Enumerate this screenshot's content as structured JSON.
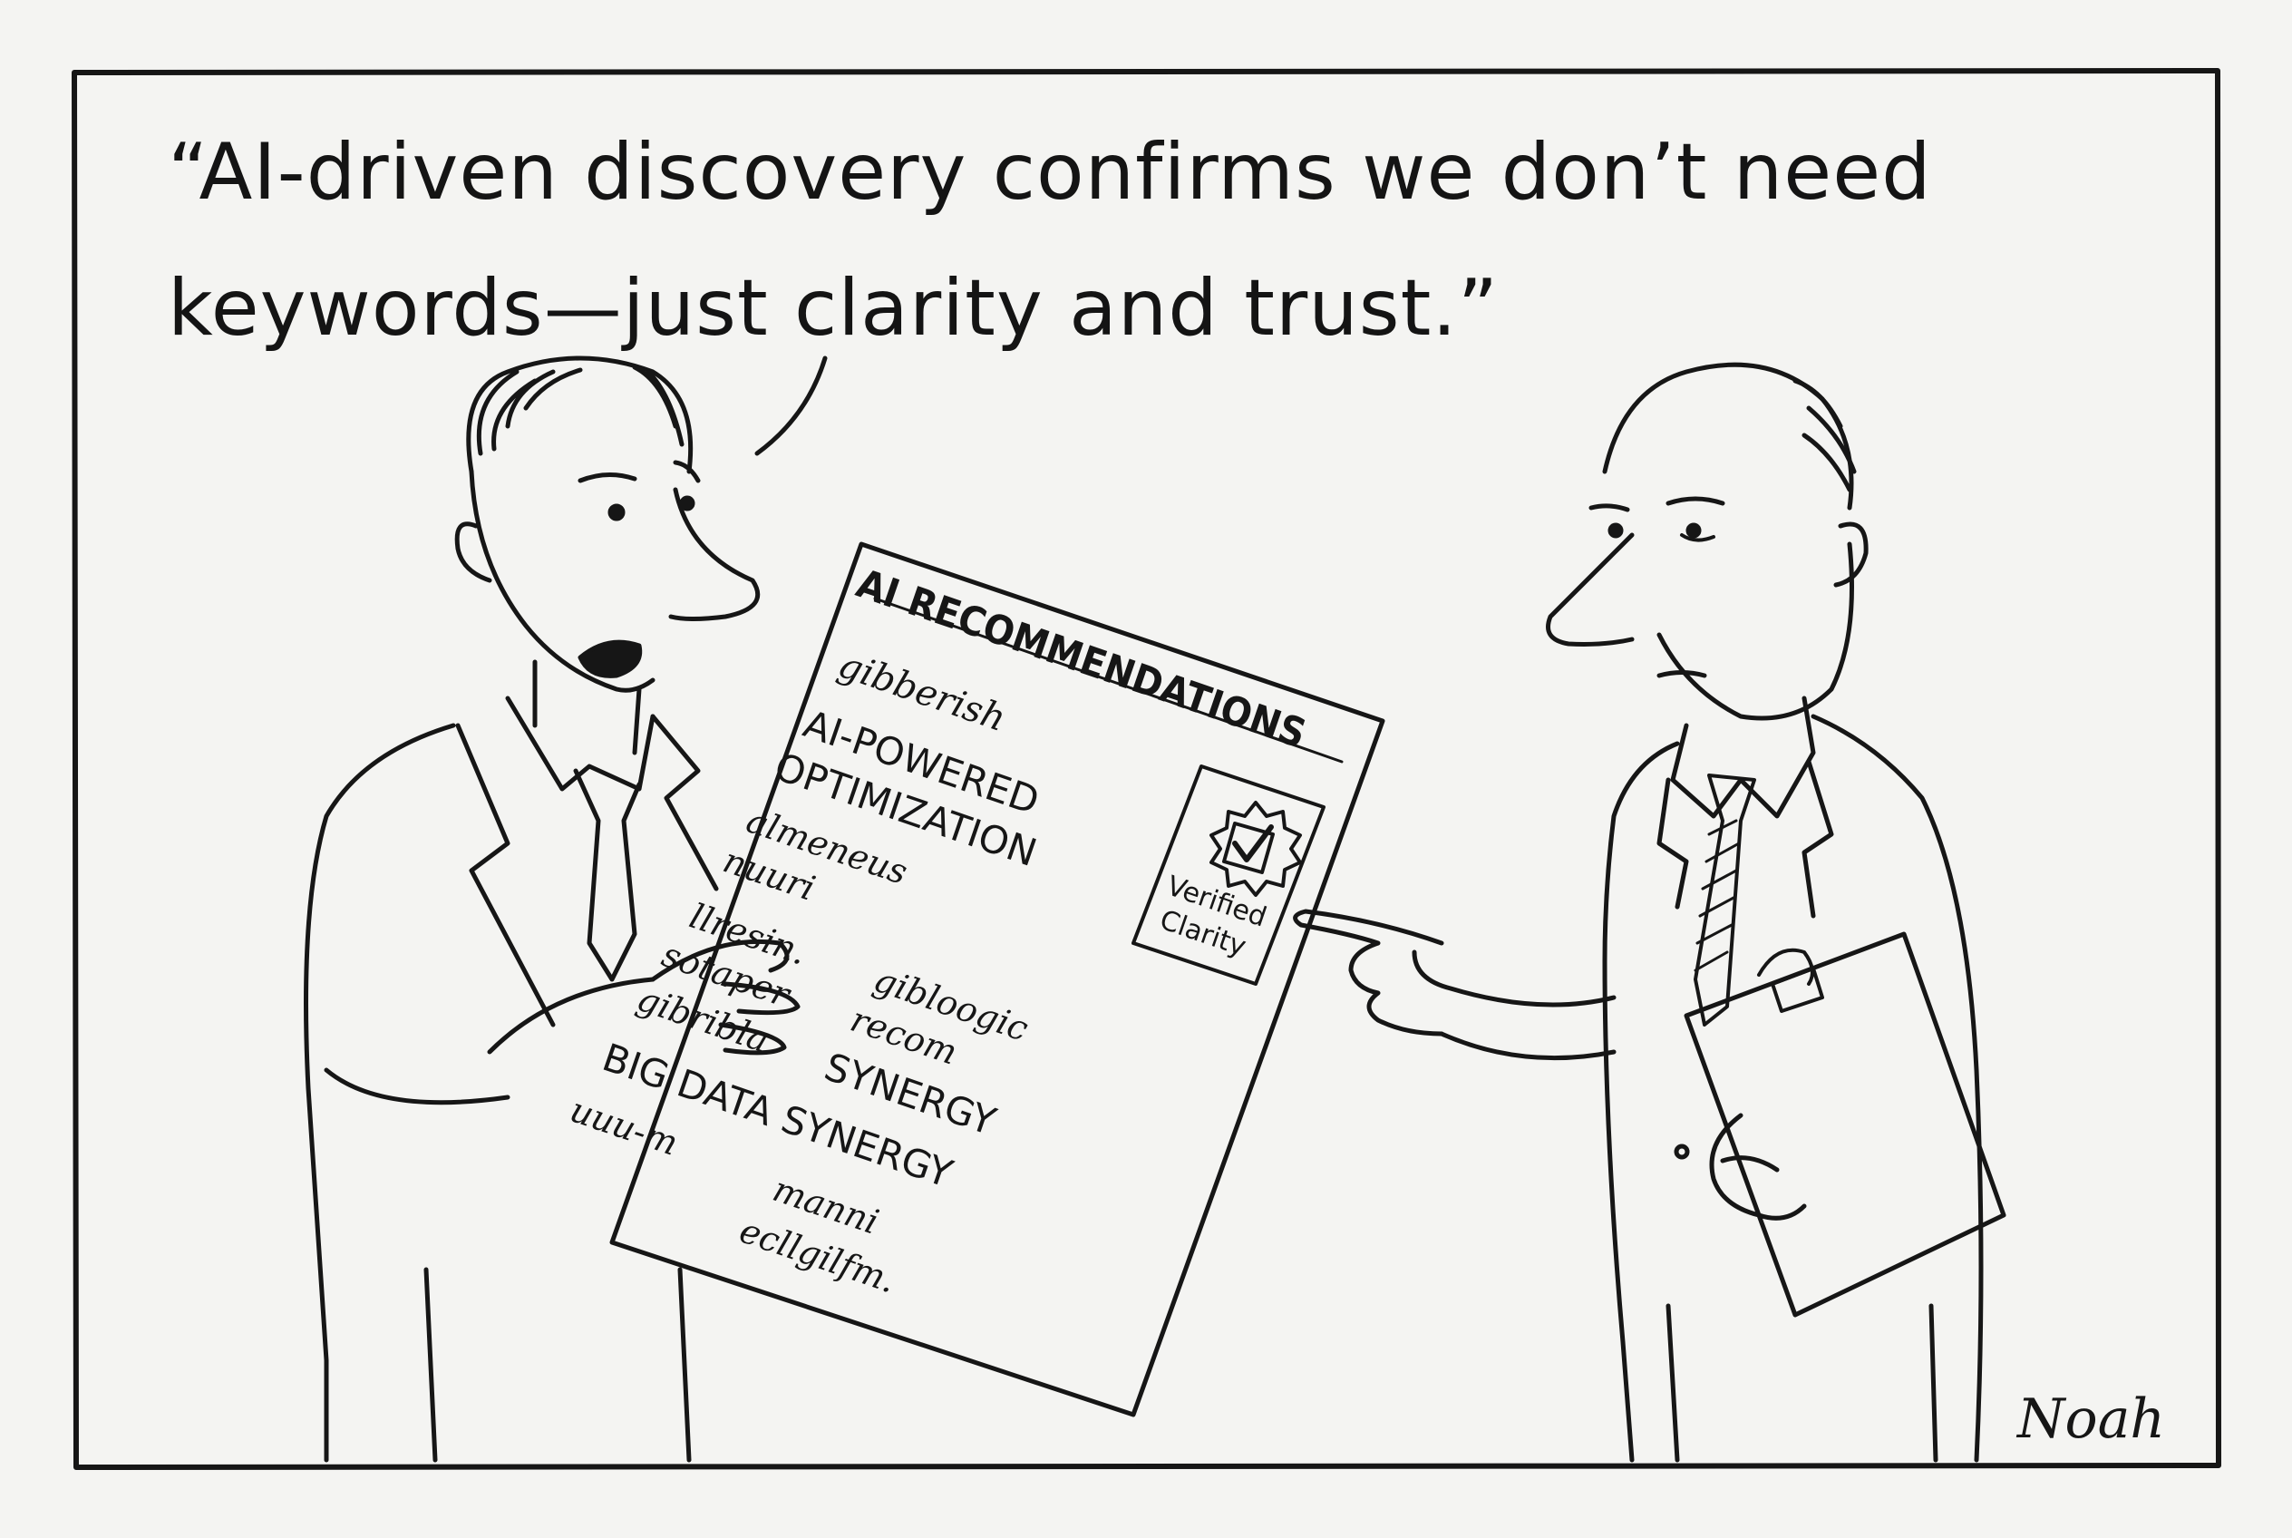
{
  "caption": {
    "line1": "“AI-driven discovery confirms we don’t need",
    "line2": "keywords—just clarity and trust.”"
  },
  "document": {
    "title": "AI RECOMMENDATIONS",
    "lines": [
      "gibberish",
      "AI-POWERED",
      "OPTIMIZATION",
      "almeneus",
      "nuuri",
      "llresin.",
      "gibloogic",
      "sotaper",
      "recom",
      "gibribla",
      "SYNERGY",
      "BIG DATA SYNERGY",
      "uuu-m",
      "manni",
      "ecllgilfm."
    ],
    "badge": {
      "line1": "Verified",
      "line2": "Clarity"
    }
  },
  "signature": "Noah",
  "colors": {
    "paper": "#f4f4f2",
    "ink": "#161616"
  }
}
